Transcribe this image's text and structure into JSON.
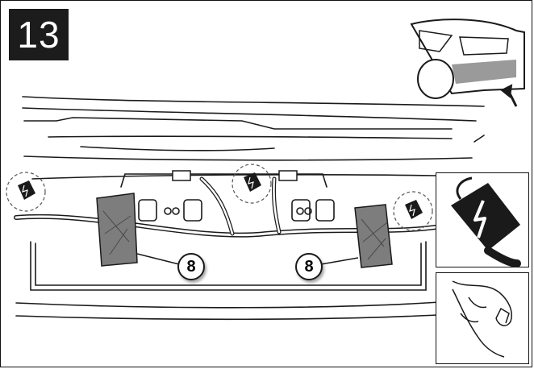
{
  "step": {
    "number": "13"
  },
  "callouts": [
    {
      "label": "8"
    },
    {
      "label": "8"
    }
  ],
  "icons": {
    "connector_disconnect": "electrical-connector-disconnect-icon",
    "hand_pinch": "hand-pinch-icon",
    "car_rear": "car-rear-locator-icon"
  },
  "colors": {
    "ink": "#1a1a1a",
    "tape": "#7d7d7d",
    "step_box": "#1c1c1c"
  }
}
